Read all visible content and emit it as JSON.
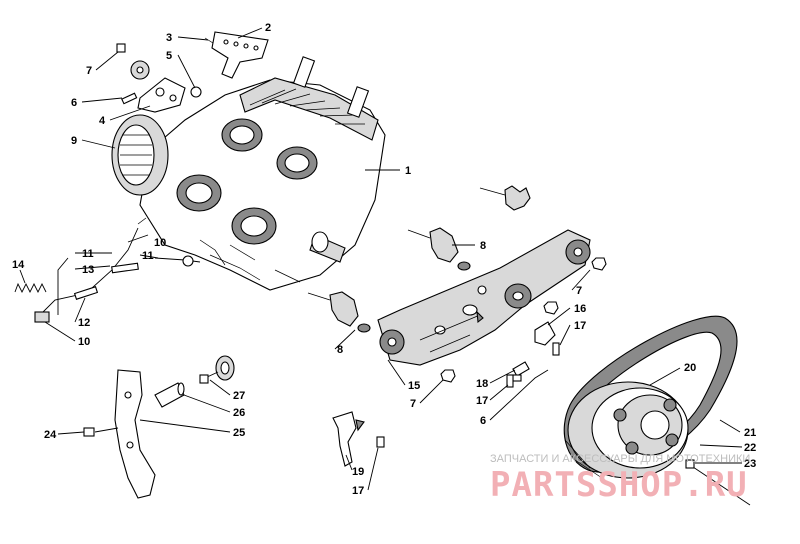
{
  "callouts": [
    {
      "id": "c1",
      "number": "1"
    },
    {
      "id": "c2",
      "number": "2"
    },
    {
      "id": "c3",
      "number": "3"
    },
    {
      "id": "c4",
      "number": "4"
    },
    {
      "id": "c5",
      "number": "5"
    },
    {
      "id": "c6a",
      "number": "6"
    },
    {
      "id": "c6b",
      "number": "6"
    },
    {
      "id": "c7a",
      "number": "7"
    },
    {
      "id": "c7b",
      "number": "7"
    },
    {
      "id": "c7c",
      "number": "7"
    },
    {
      "id": "c8a",
      "number": "8"
    },
    {
      "id": "c8b",
      "number": "8"
    },
    {
      "id": "c9",
      "number": "9"
    },
    {
      "id": "c10a",
      "number": "10"
    },
    {
      "id": "c10b",
      "number": "10"
    },
    {
      "id": "c11a",
      "number": "11"
    },
    {
      "id": "c11b",
      "number": "11"
    },
    {
      "id": "c12",
      "number": "12"
    },
    {
      "id": "c13",
      "number": "13"
    },
    {
      "id": "c14",
      "number": "14"
    },
    {
      "id": "c15",
      "number": "15"
    },
    {
      "id": "c16",
      "number": "16"
    },
    {
      "id": "c17a",
      "number": "17"
    },
    {
      "id": "c17b",
      "number": "17"
    },
    {
      "id": "c17c",
      "number": "17"
    },
    {
      "id": "c18",
      "number": "18"
    },
    {
      "id": "c19",
      "number": "19"
    },
    {
      "id": "c20",
      "number": "20"
    },
    {
      "id": "c21",
      "number": "21"
    },
    {
      "id": "c22",
      "number": "22"
    },
    {
      "id": "c23",
      "number": "23"
    },
    {
      "id": "c24",
      "number": "24"
    },
    {
      "id": "c25",
      "number": "25"
    },
    {
      "id": "c26",
      "number": "26"
    },
    {
      "id": "c27",
      "number": "27"
    }
  ],
  "watermark": {
    "tagline": "ЗАПЧАСТИ И АКСЕССУАРЫ ДЛЯ МОТОТЕХНИКИ",
    "brand": "PARTSSHOP.RU"
  }
}
